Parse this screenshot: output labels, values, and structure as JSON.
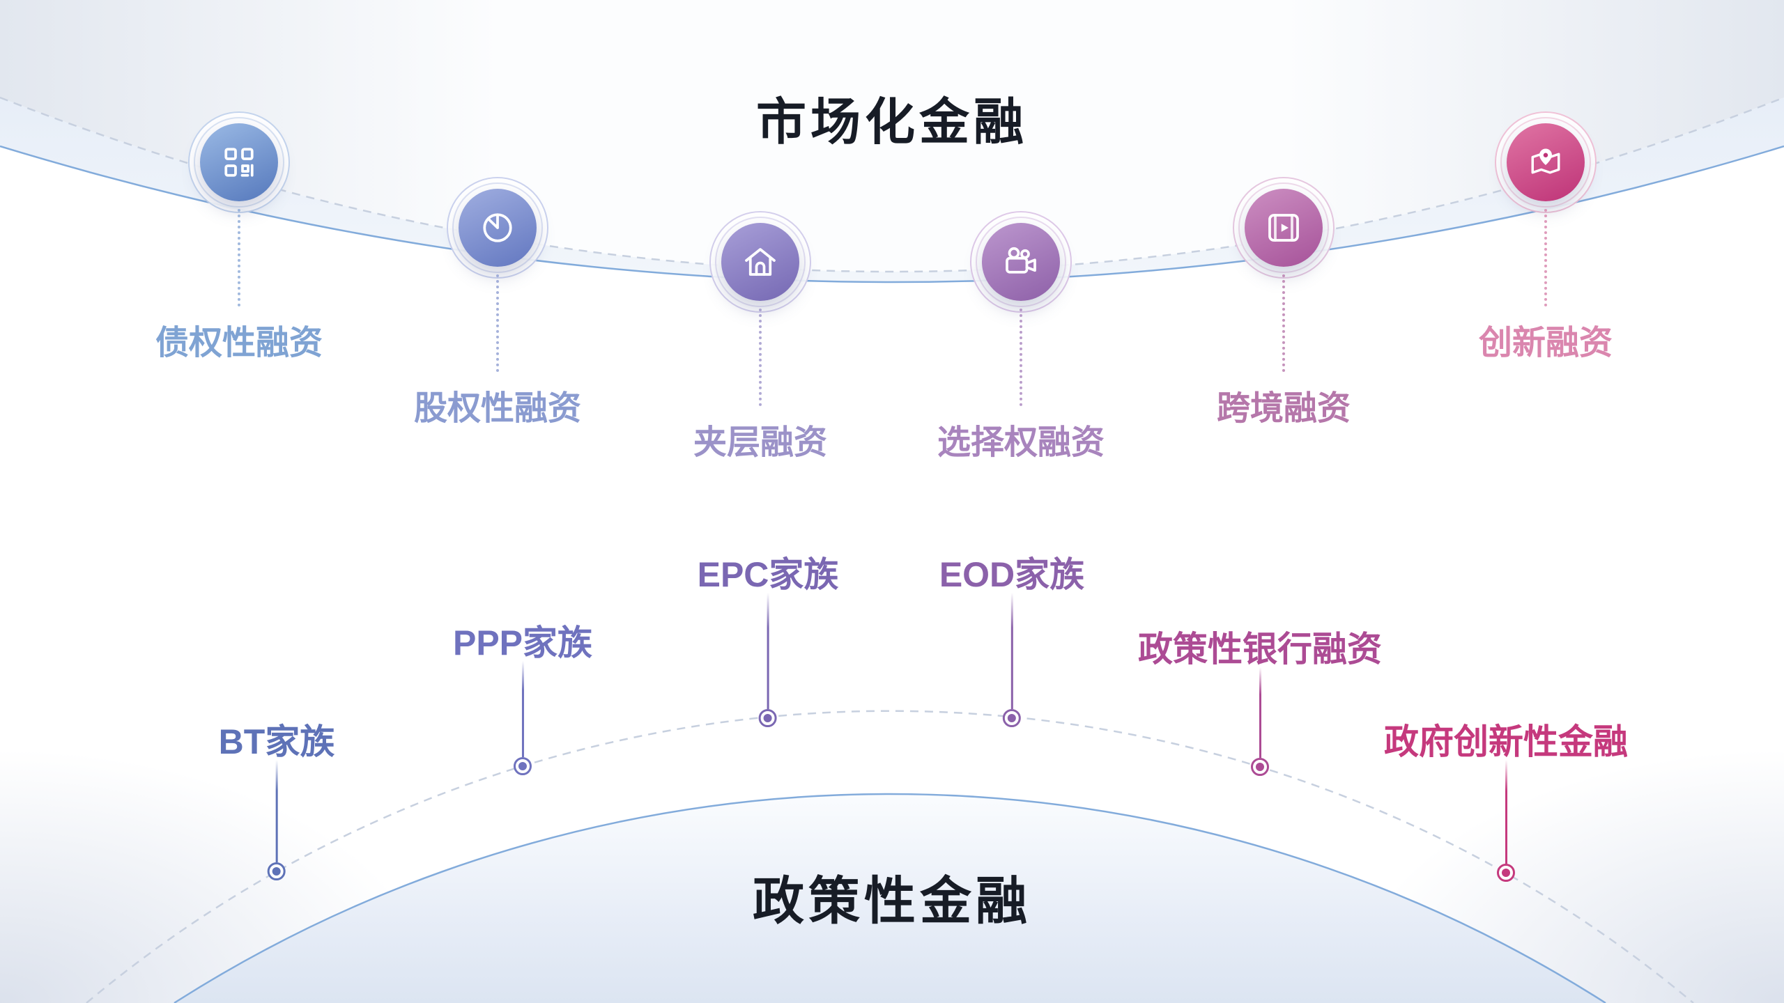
{
  "titles": {
    "top": "市场化金融",
    "bottom": "政策性金融"
  },
  "colors": {
    "solid_arc": "#82ABDB",
    "dashed_arc": "#C7D0DF",
    "title_text": "#171C26"
  },
  "market_finance": {
    "items": [
      {
        "label": "债权性融资",
        "icon": "qr-code-icon",
        "label_color": "#7FA3D3",
        "line_color": "#8AA8D6",
        "ring_color": "#C4D4ED",
        "grad_start": "#9BBAE5",
        "grad_end": "#5578BC"
      },
      {
        "label": "股权性融资",
        "icon": "pie-chart-icon",
        "label_color": "#8A9BD0",
        "line_color": "#8F9ED2",
        "ring_color": "#CBD2EE",
        "grad_start": "#A0AEE0",
        "grad_end": "#6277C0"
      },
      {
        "label": "夹层融资",
        "icon": "house-icon",
        "label_color": "#9B92C8",
        "line_color": "#9D94CA",
        "ring_color": "#D4CFEC",
        "grad_start": "#A89FD8",
        "grad_end": "#7568B3"
      },
      {
        "label": "选择权融资",
        "icon": "movie-camera-icon",
        "label_color": "#A884BD",
        "line_color": "#AA86BF",
        "ring_color": "#DEC9E8",
        "grad_start": "#BC97CE",
        "grad_end": "#8E60A8"
      },
      {
        "label": "跨境融资",
        "icon": "film-play-icon",
        "label_color": "#B577AA",
        "line_color": "#B779AC",
        "ring_color": "#E6C8E0",
        "grad_start": "#CC8FC2",
        "grad_end": "#A65299"
      },
      {
        "label": "创新融资",
        "icon": "map-pin-icon",
        "label_color": "#DA86AE",
        "line_color": "#D884AC",
        "ring_color": "#F0C2D7",
        "grad_start": "#E075A4",
        "grad_end": "#BE3377"
      }
    ]
  },
  "policy_finance": {
    "items": [
      {
        "label": "BT家族",
        "color": "#5E72B7"
      },
      {
        "label": "PPP家族",
        "color": "#6F72BE"
      },
      {
        "label": "EPC家族",
        "color": "#7A67B2"
      },
      {
        "label": "EOD家族",
        "color": "#8B61AA"
      },
      {
        "label": "政策性银行融资",
        "color": "#AC4B94"
      },
      {
        "label": "政府创新性金融",
        "color": "#C5397D"
      }
    ]
  }
}
